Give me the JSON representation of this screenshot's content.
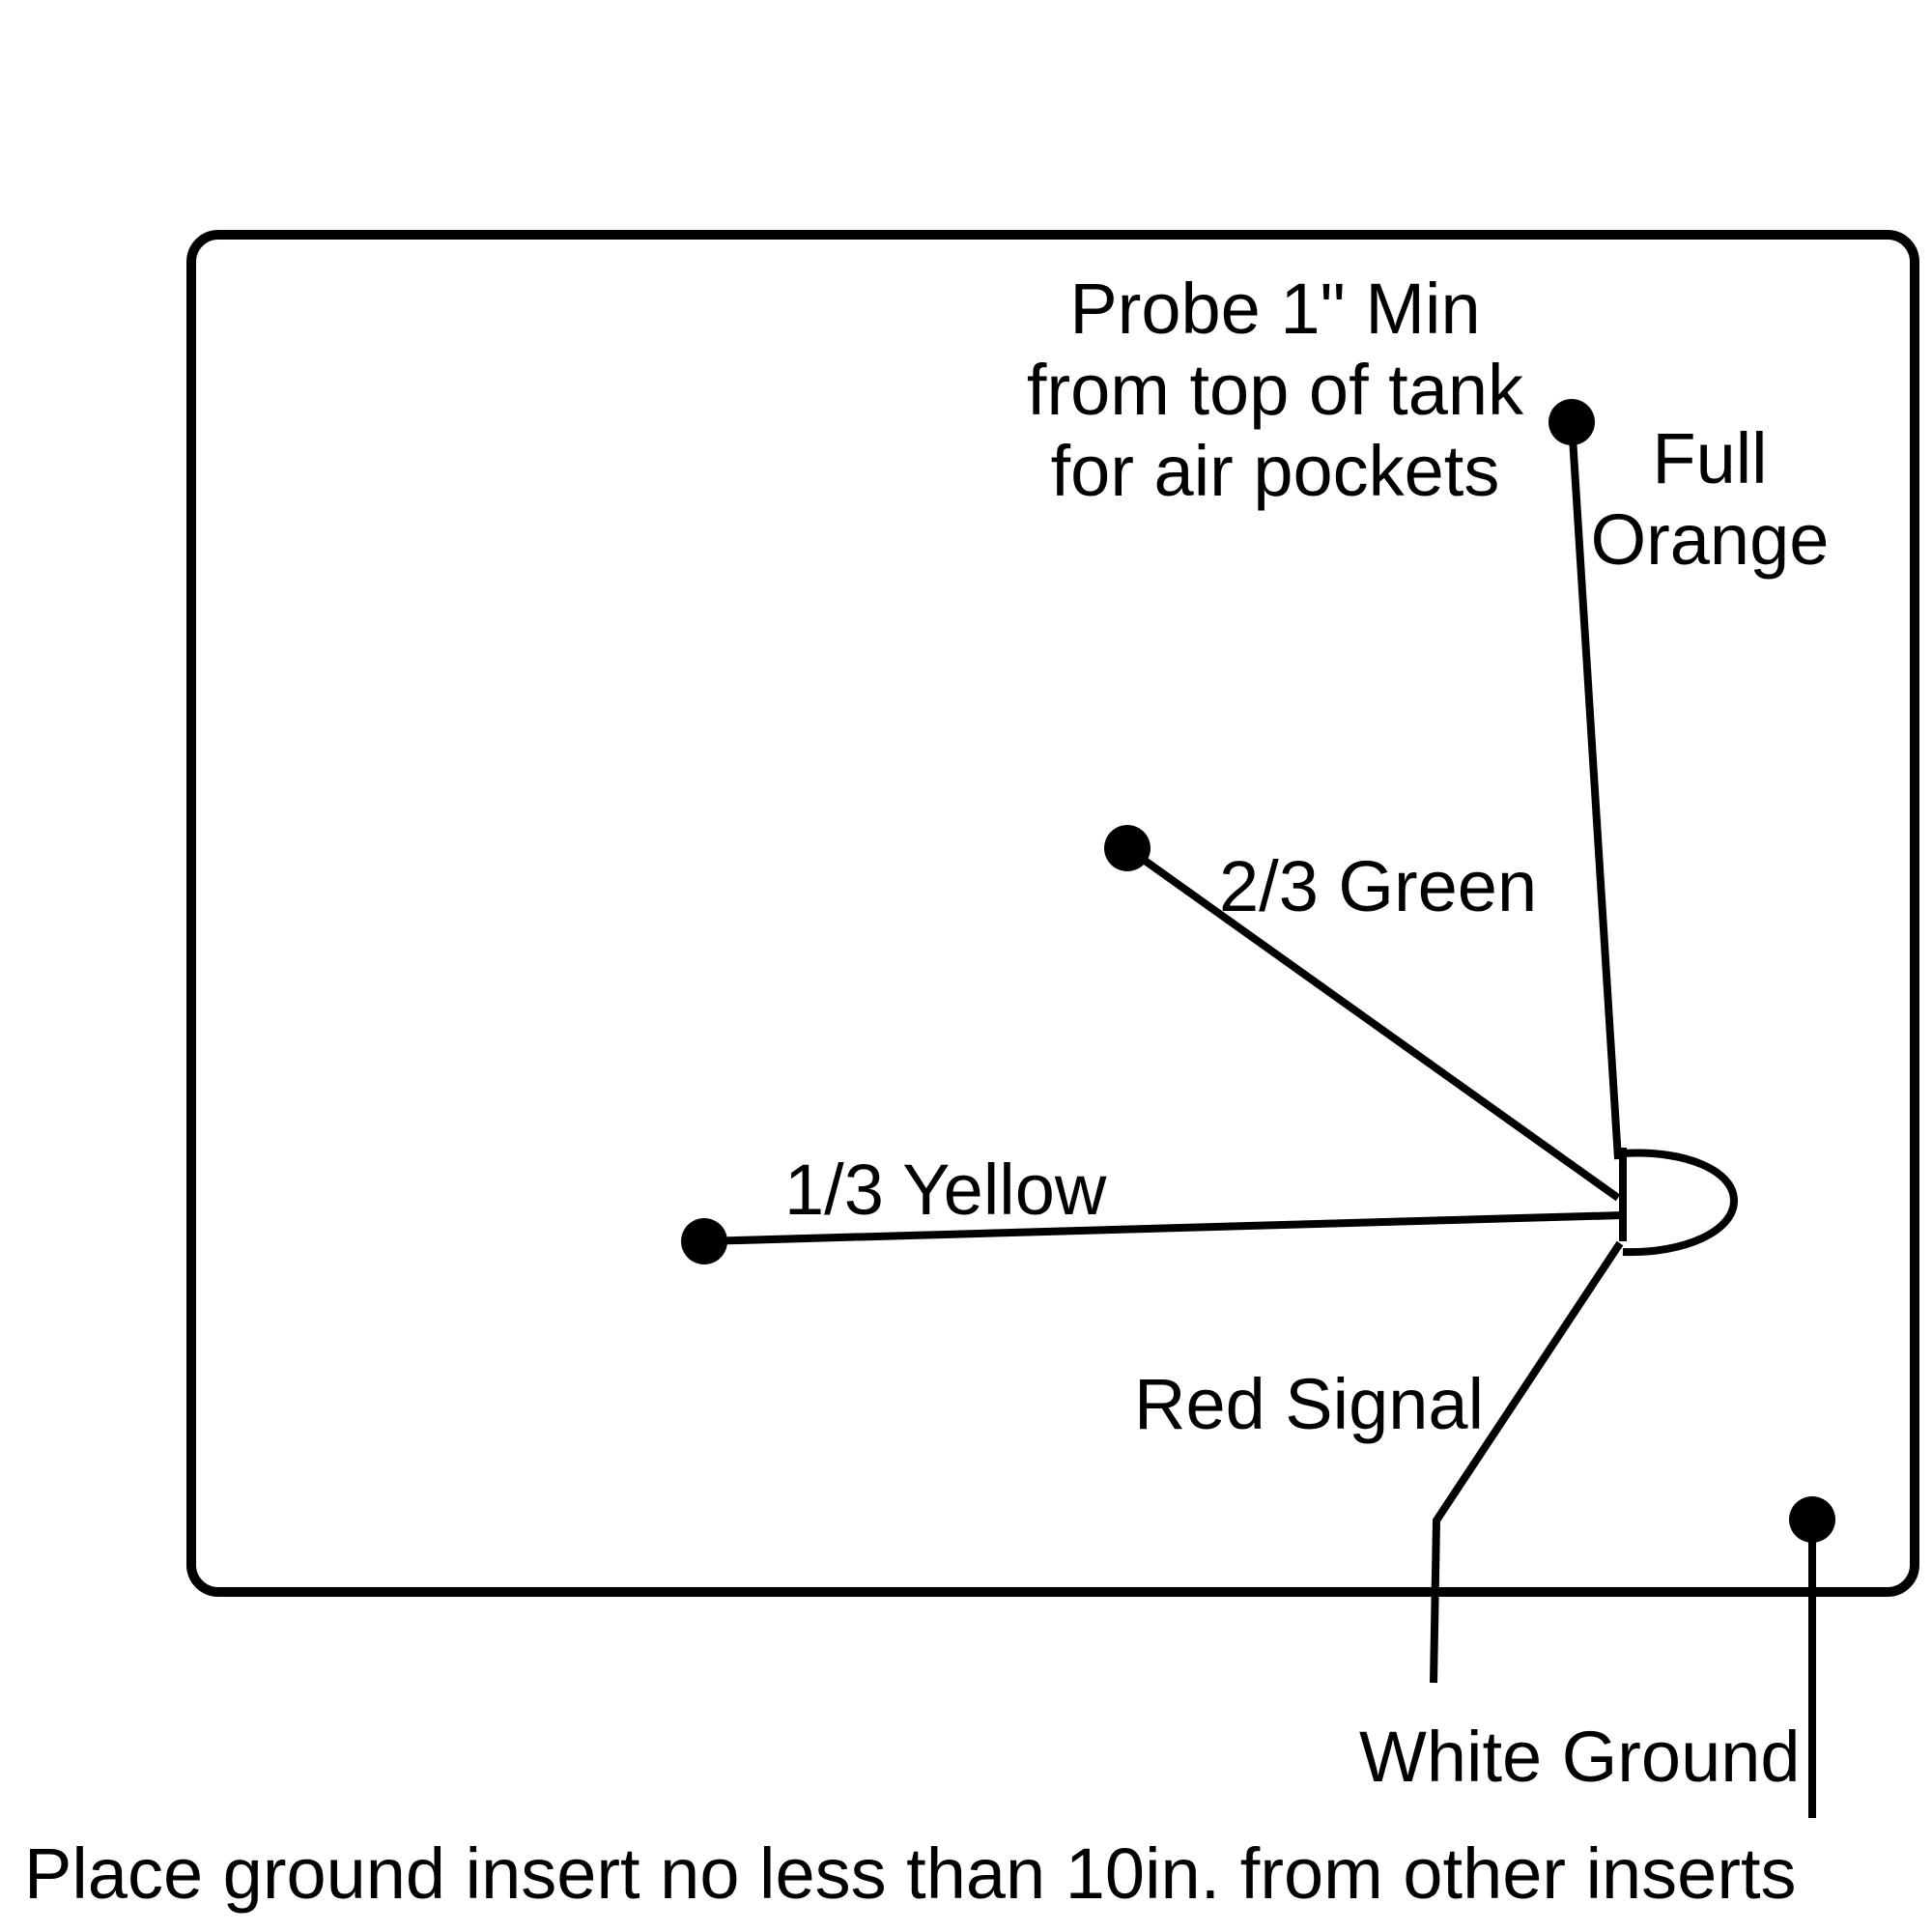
{
  "diagram": {
    "probe_note": {
      "line1": "Probe 1\" Min",
      "line2": "from top of tank",
      "line3": "for air pockets"
    },
    "full_label": {
      "line1": "Full",
      "line2": "Orange"
    },
    "green_label": "2/3 Green",
    "yellow_label": "1/3 Yellow",
    "red_label": "Red Signal",
    "white_label": "White Ground",
    "footer_note": "Place ground insert no less than 10in. from other inserts"
  }
}
